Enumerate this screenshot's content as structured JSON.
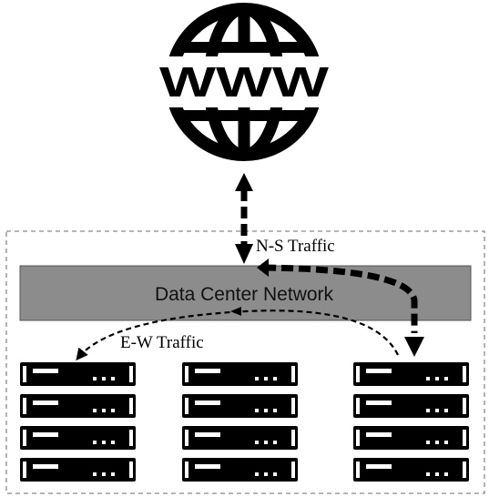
{
  "globe": {
    "text": "WWW",
    "icon": "globe-icon"
  },
  "network": {
    "label": "Data Center Network",
    "fill": "#8c8c8c"
  },
  "labels": {
    "ns_traffic": "N-S Traffic",
    "ew_traffic": "E-W Traffic"
  },
  "racks": {
    "count": 3,
    "servers_per_rack": 4,
    "server_icon": "server-icon"
  },
  "colors": {
    "foreground": "#000000",
    "background": "#ffffff",
    "boundary": "#8a8a8a"
  }
}
